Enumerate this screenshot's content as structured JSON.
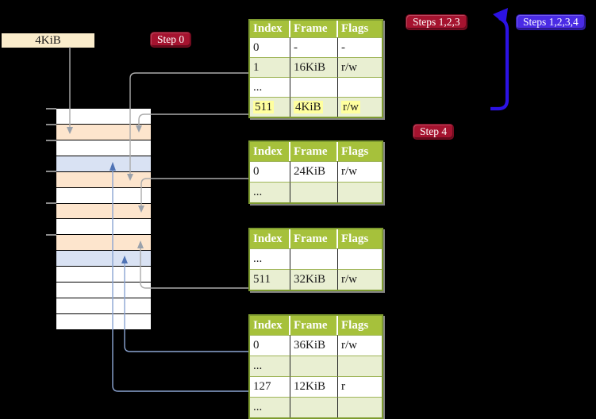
{
  "memory_label": "4KiB",
  "badges": {
    "step0": "Step 0",
    "steps123": "Steps 1,2,3",
    "steps1234": "Steps 1,2,3,4",
    "step4": "Step 4"
  },
  "colors": {
    "badge_red": "#a5132f",
    "badge_blue": "#4a2be5",
    "loop_arrow_blue": "#2c12e4",
    "thin_arrow_blue": "#8ca5d3",
    "gray_arrow": "#ababab",
    "table_header_green": "#a6c13b",
    "table_row_green": "#e9efd2",
    "highlight_yellow": "#ffff9e",
    "frame_peach": "#fde5cd",
    "frame_blue": "#d9e2f3"
  },
  "memory_stack": {
    "rows": [
      "white",
      "peach",
      "white",
      "blue",
      "peach",
      "white",
      "peach",
      "white",
      "peach",
      "blue",
      "white",
      "white",
      "white",
      "white"
    ],
    "tick_row_indices": [
      0,
      1,
      2,
      4,
      6,
      8
    ]
  },
  "tables": {
    "columns": [
      "Index",
      "Frame",
      "Flags"
    ],
    "t1": {
      "rows": [
        [
          "0",
          "-",
          "-"
        ],
        [
          "1",
          "16KiB",
          "r/w"
        ],
        [
          "...",
          "",
          ""
        ],
        [
          "511",
          "4KiB",
          "r/w"
        ]
      ]
    },
    "t2": {
      "rows": [
        [
          "0",
          "24KiB",
          "r/w"
        ],
        [
          "...",
          "",
          ""
        ]
      ]
    },
    "t3": {
      "rows": [
        [
          "...",
          "",
          ""
        ],
        [
          "511",
          "32KiB",
          "r/w"
        ]
      ]
    },
    "t4": {
      "rows": [
        [
          "0",
          "36KiB",
          "r/w"
        ],
        [
          "...",
          "",
          ""
        ],
        [
          "127",
          "12KiB",
          "r"
        ],
        [
          "...",
          "",
          ""
        ]
      ]
    }
  }
}
